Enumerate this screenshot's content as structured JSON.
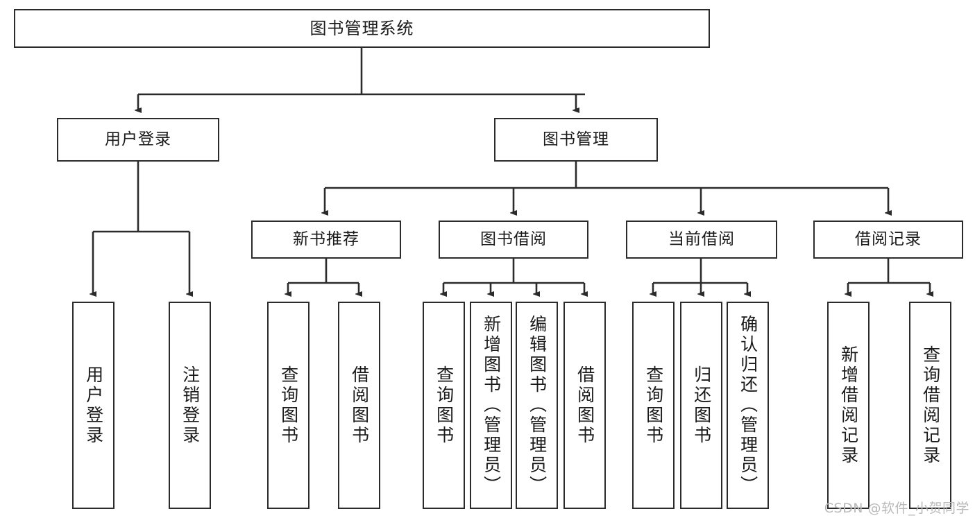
{
  "diagram": {
    "title": "图书管理系统",
    "type": "tree-hierarchy-diagram",
    "root": {
      "label": "图书管理系统"
    },
    "level2": [
      {
        "label": "用户登录"
      },
      {
        "label": "图书管理"
      }
    ],
    "level3": [
      {
        "label": "新书推荐"
      },
      {
        "label": "图书借阅"
      },
      {
        "label": "当前借阅"
      },
      {
        "label": "借阅记录"
      }
    ],
    "leaves": {
      "user_login": [
        {
          "label": "用户登录"
        },
        {
          "label": "注销登录"
        }
      ],
      "new_book_recommend": [
        {
          "label": "查询图书"
        },
        {
          "label": "借阅图书"
        }
      ],
      "book_borrow": [
        {
          "label": "查询图书"
        },
        {
          "label": "新增图书（管理员）"
        },
        {
          "label": "编辑图书（管理员）"
        },
        {
          "label": "借阅图书"
        }
      ],
      "current_borrow": [
        {
          "label": "查询图书"
        },
        {
          "label": "归还图书"
        },
        {
          "label": "确认归还（管理员）"
        }
      ],
      "borrow_record": [
        {
          "label": "新增借阅记录"
        },
        {
          "label": "查询借阅记录"
        }
      ]
    }
  },
  "watermark": {
    "text": "CSDN @软件_小贺同学"
  },
  "colors": {
    "border": "#2b2b2b",
    "text": "#1a1a1a",
    "background": "#ffffff",
    "connector": "#2b2b2b",
    "watermark": "#b9b9b9"
  }
}
